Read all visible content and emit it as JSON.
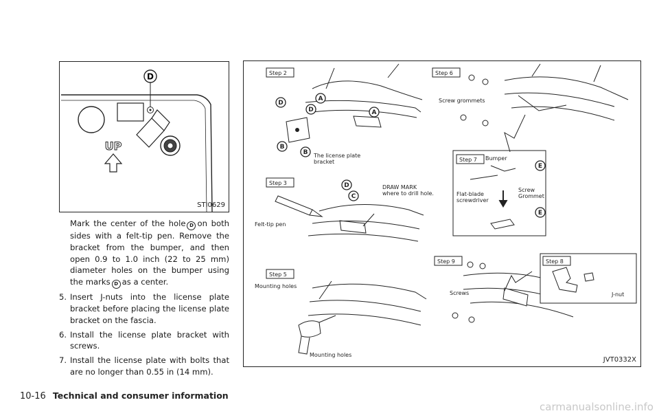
{
  "figure_left": {
    "code": "STI0629",
    "up_label": "UP",
    "marker": "D"
  },
  "figure_right": {
    "code": "JVT0332X",
    "steps": {
      "step2": "Step 2",
      "step3": "Step 3",
      "step5": "Step 5",
      "step6": "Step 6",
      "step7": "Step 7",
      "step8": "Step 8",
      "step9": "Step 9"
    },
    "labels": {
      "license_bracket_1": "The license plate",
      "license_bracket_2": "bracket",
      "draw_mark_1": "DRAW MARK",
      "draw_mark_2": "where to drill hole.",
      "felt_tip": "Felt-tip pen",
      "mounting_holes_top": "Mounting holes",
      "mounting_holes_bottom": "Mounting holes",
      "screw_grommets": "Screw grommets",
      "bumper": "Bumper",
      "flat_blade_1": "Flat-blade",
      "flat_blade_2": "screwdriver",
      "screw_grommet_1": "Screw",
      "screw_grommet_2": "Grommet",
      "screws": "Screws",
      "j_nut": "J-nut"
    },
    "markers": {
      "a": "A",
      "b": "B",
      "c": "C",
      "d": "D",
      "e": "E"
    }
  },
  "instructions": {
    "intro_part1": "Mark the center of the hole",
    "intro_part2": "on both sides with a felt-tip pen. Remove the bracket from the bumper, and then open 0.9 to 1.0 inch (22 to 25 mm) diameter holes on the bumper using the marks",
    "intro_part3": "as a center.",
    "marker": "D",
    "steps": [
      {
        "num": "5.",
        "text": "Insert J-nuts into the license plate bracket before placing the license plate bracket on the fascia."
      },
      {
        "num": "6.",
        "text": "Install the license plate bracket with screws."
      },
      {
        "num": "7.",
        "text": "Install the license plate with bolts that are no longer than 0.55 in (14 mm)."
      }
    ]
  },
  "footer": {
    "page_number": "10-16",
    "section_title": "Technical and consumer information"
  },
  "watermark": "carmanualsonline.info"
}
